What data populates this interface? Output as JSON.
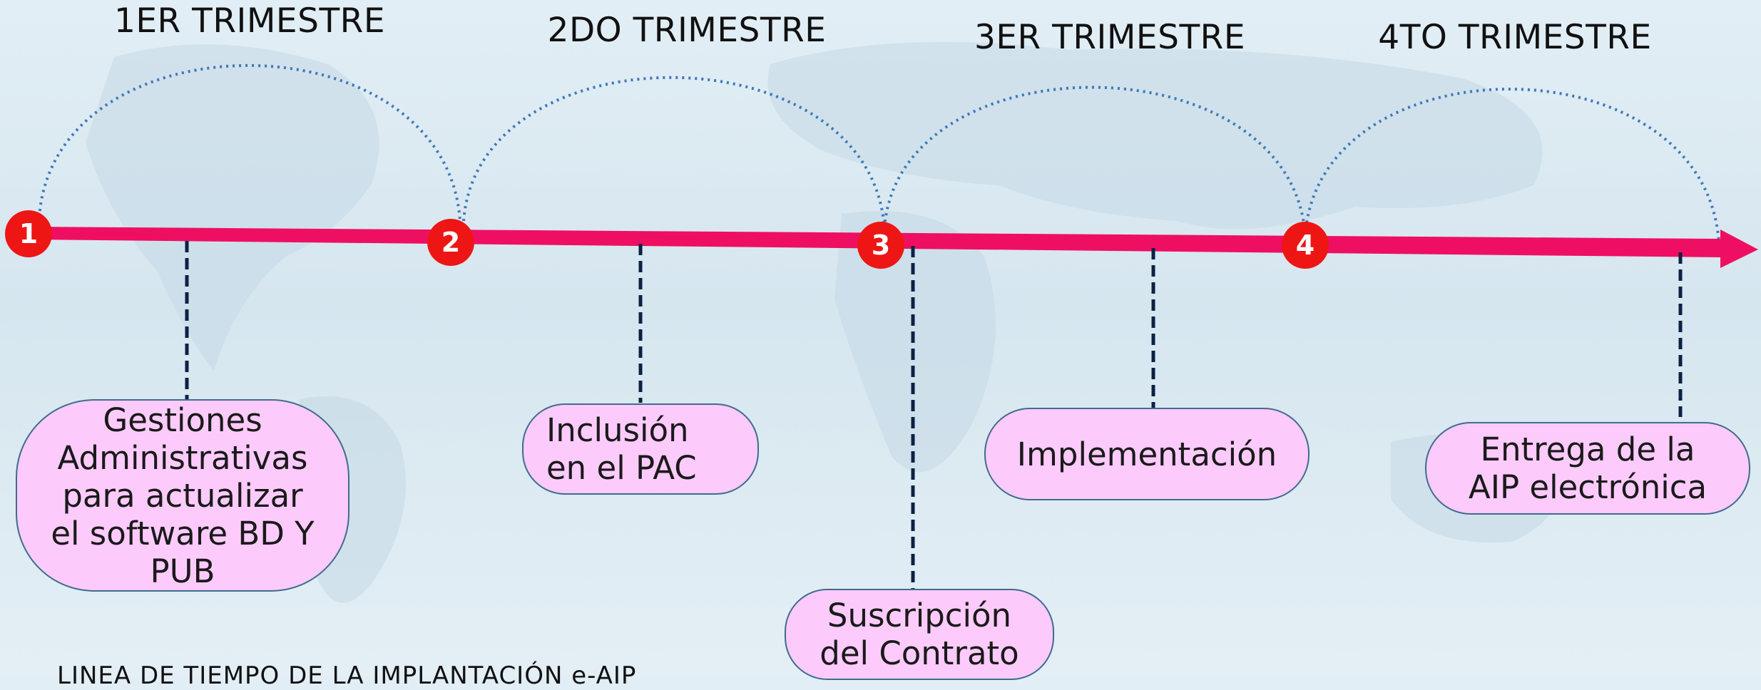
{
  "quarters": [
    "1ER TRIMESTRE",
    "2DO TRIMESTRE",
    "3ER TRIMESTRE",
    "4TO TRIMESTRE"
  ],
  "milestones": [
    "1",
    "2",
    "3",
    "4"
  ],
  "events": [
    "Gestiones\nAdministrativas\npara actualizar\nel software BD Y\nPUB",
    "Inclusión\nen el PAC",
    "Suscripción\ndel Contrato",
    "Implementación",
    "Entrega de la\nAIP electrónica"
  ],
  "caption": "LINEA DE TIEMPO DE LA IMPLANTACIÓN e-AIP",
  "colors": {
    "arrow": "#ef0f62",
    "milestone": "#ee1515",
    "arc": "#3e78b8",
    "connector": "#0b2145",
    "box_fill": "#fccbfb",
    "box_border": "#3f6c8c"
  }
}
